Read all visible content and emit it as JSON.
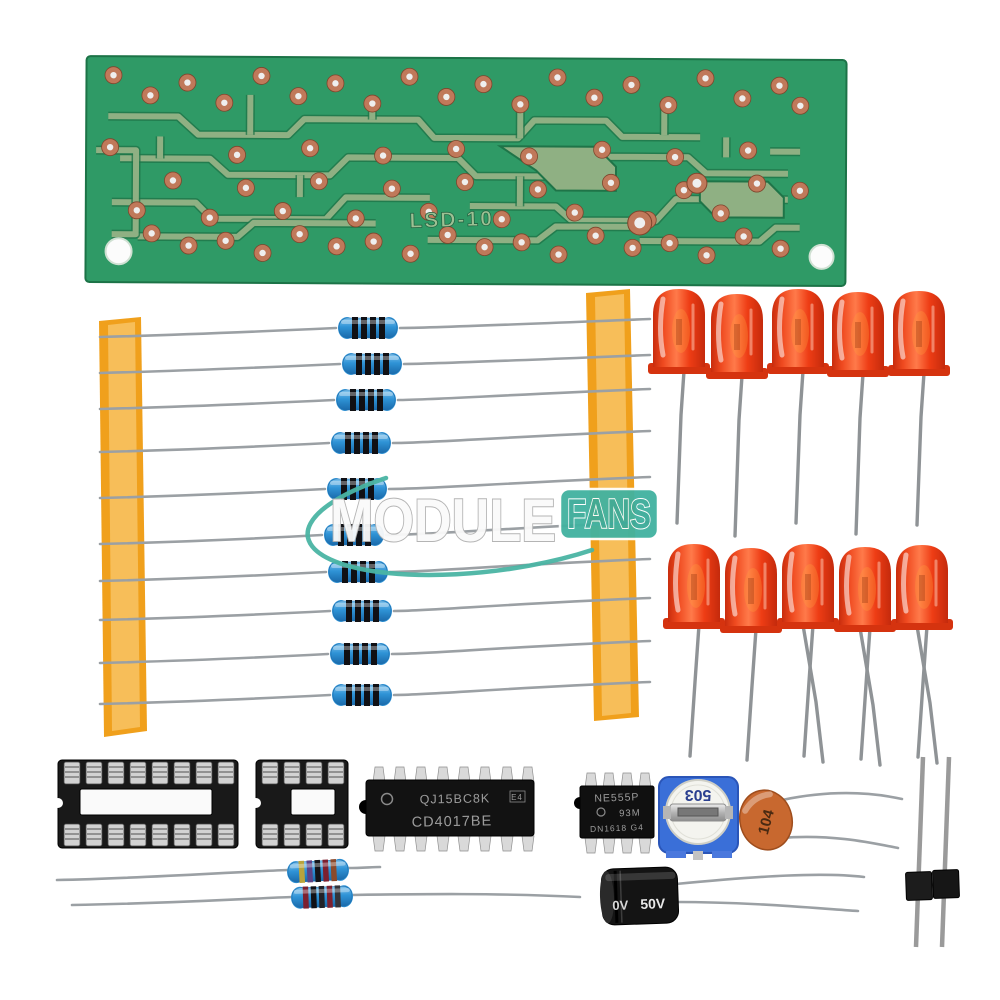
{
  "watermark": {
    "word_module": "MODULE",
    "word_fans": "FANS"
  },
  "pcb": {
    "silkscreen_label": "LSD-10"
  },
  "ics": {
    "cd4017": {
      "line1": "QJ15BC8K",
      "suffix": "E4",
      "line2": "CD4017BE"
    },
    "ne555": {
      "line1": "NE555P",
      "line2": "93M",
      "line3": "DN1618 G4"
    }
  },
  "trimmer": {
    "marking": "503"
  },
  "ceramic_capacitor": {
    "marking": "104"
  },
  "electrolytic_capacitor": {
    "marking_left": "0V",
    "marking_voltage": "50V"
  },
  "counts": {
    "leds": 10,
    "strip_resistors": 10,
    "loose_resistors": 2,
    "ic_socket_16_contacts": 16,
    "ic_socket_8_contacts": 8,
    "header_pins": 2
  },
  "colors": {
    "pcb_green": "#2f9a66",
    "pcb_trace": "#8fb083",
    "copper_pad": "#c0795a",
    "tape_orange": "#f0a01c",
    "resistor_blue": "#2f93d6",
    "led_red": "#e63917",
    "logo_teal": "#41b2a0",
    "trimmer_blue": "#3a6fd8",
    "ceramic_orange": "#c8682f"
  }
}
